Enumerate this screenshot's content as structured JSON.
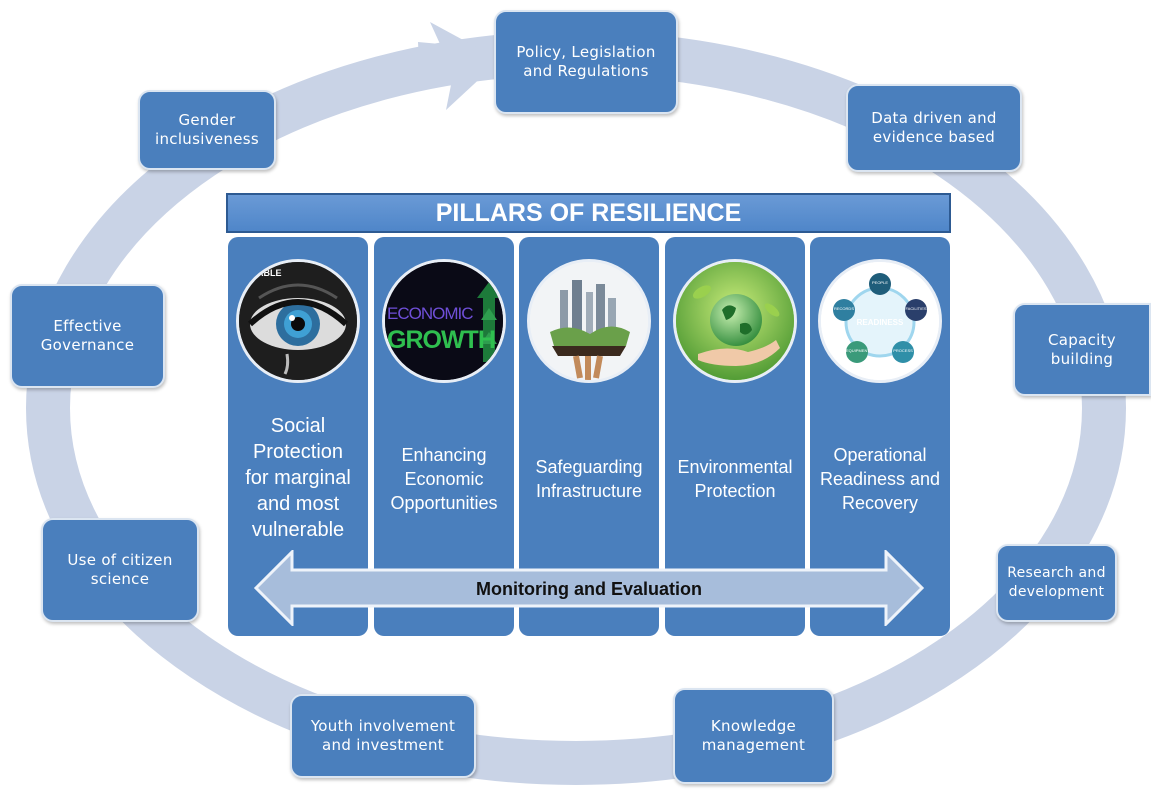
{
  "diagram": {
    "title": "PILLARS OF RESILIENCE",
    "cycle_items": [
      "Policy, Legislation\nand Regulations",
      "Data driven and\nevidence based",
      "Capacity\nbuilding",
      "Research and\ndevelopment",
      "Knowledge\nmanagement",
      "Youth involvement\nand investment",
      "Use of citizen\nscience",
      "Effective\nGovernance",
      "Gender\ninclusiveness"
    ],
    "pillars": [
      {
        "label": "Social\nProtection\nfor marginal\nand most\nvulnerable",
        "image": "eye-icon",
        "image_text": "ABLE"
      },
      {
        "label": "Enhancing\nEconomic\nOpportunities",
        "image": "economic-growth-icon",
        "image_text": [
          "ECONOMIC",
          "GROWTH"
        ]
      },
      {
        "label": "Safeguarding\nInfrastructure",
        "image": "city-on-hand-icon"
      },
      {
        "label": "Environmental\nProtection",
        "image": "globe-in-hand-icon"
      },
      {
        "label": "Operational\nReadiness and\nRecovery",
        "image": "readiness-cycle-icon",
        "image_text": {
          "center": "READINESS",
          "nodes": [
            "PEOPLE",
            "FACILITIES",
            "PROCESS",
            "EQUIPMENT",
            "RECORDS"
          ]
        }
      }
    ],
    "cross_cutting": "Monitoring and Evaluation",
    "colors": {
      "box": "#4a7fbd",
      "ring": "#c9d3e6",
      "arrow_fill": "#a7bddb",
      "text": "#ffffff"
    }
  }
}
